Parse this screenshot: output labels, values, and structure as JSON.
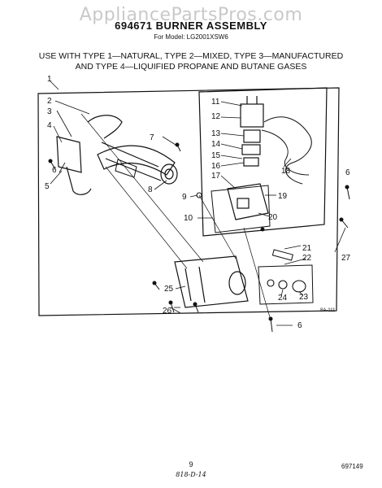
{
  "watermark": "AppliancePartsPros.com",
  "header": {
    "title": "694671 BURNER ASSEMBLY",
    "model": "For Model: LG2001XSW6"
  },
  "usage_note": [
    "USE WITH TYPE 1—NATURAL, TYPE 2—MIXED, TYPE 3—MANUFACTURED",
    "AND TYPE 4—LIQUIFIED PROPANE AND BUTANE GASES"
  ],
  "callouts": [
    "1",
    "2",
    "3",
    "4",
    "5",
    "6",
    "7",
    "8",
    "9",
    "10",
    "11",
    "12",
    "13",
    "14",
    "15",
    "16",
    "17",
    "18",
    "19",
    "20",
    "21",
    "22",
    "23",
    "24",
    "25",
    "26",
    "27"
  ],
  "art_number": "8A-111",
  "footer": {
    "page_number": "9",
    "code": "818-D-14",
    "doc_number": "697149"
  }
}
